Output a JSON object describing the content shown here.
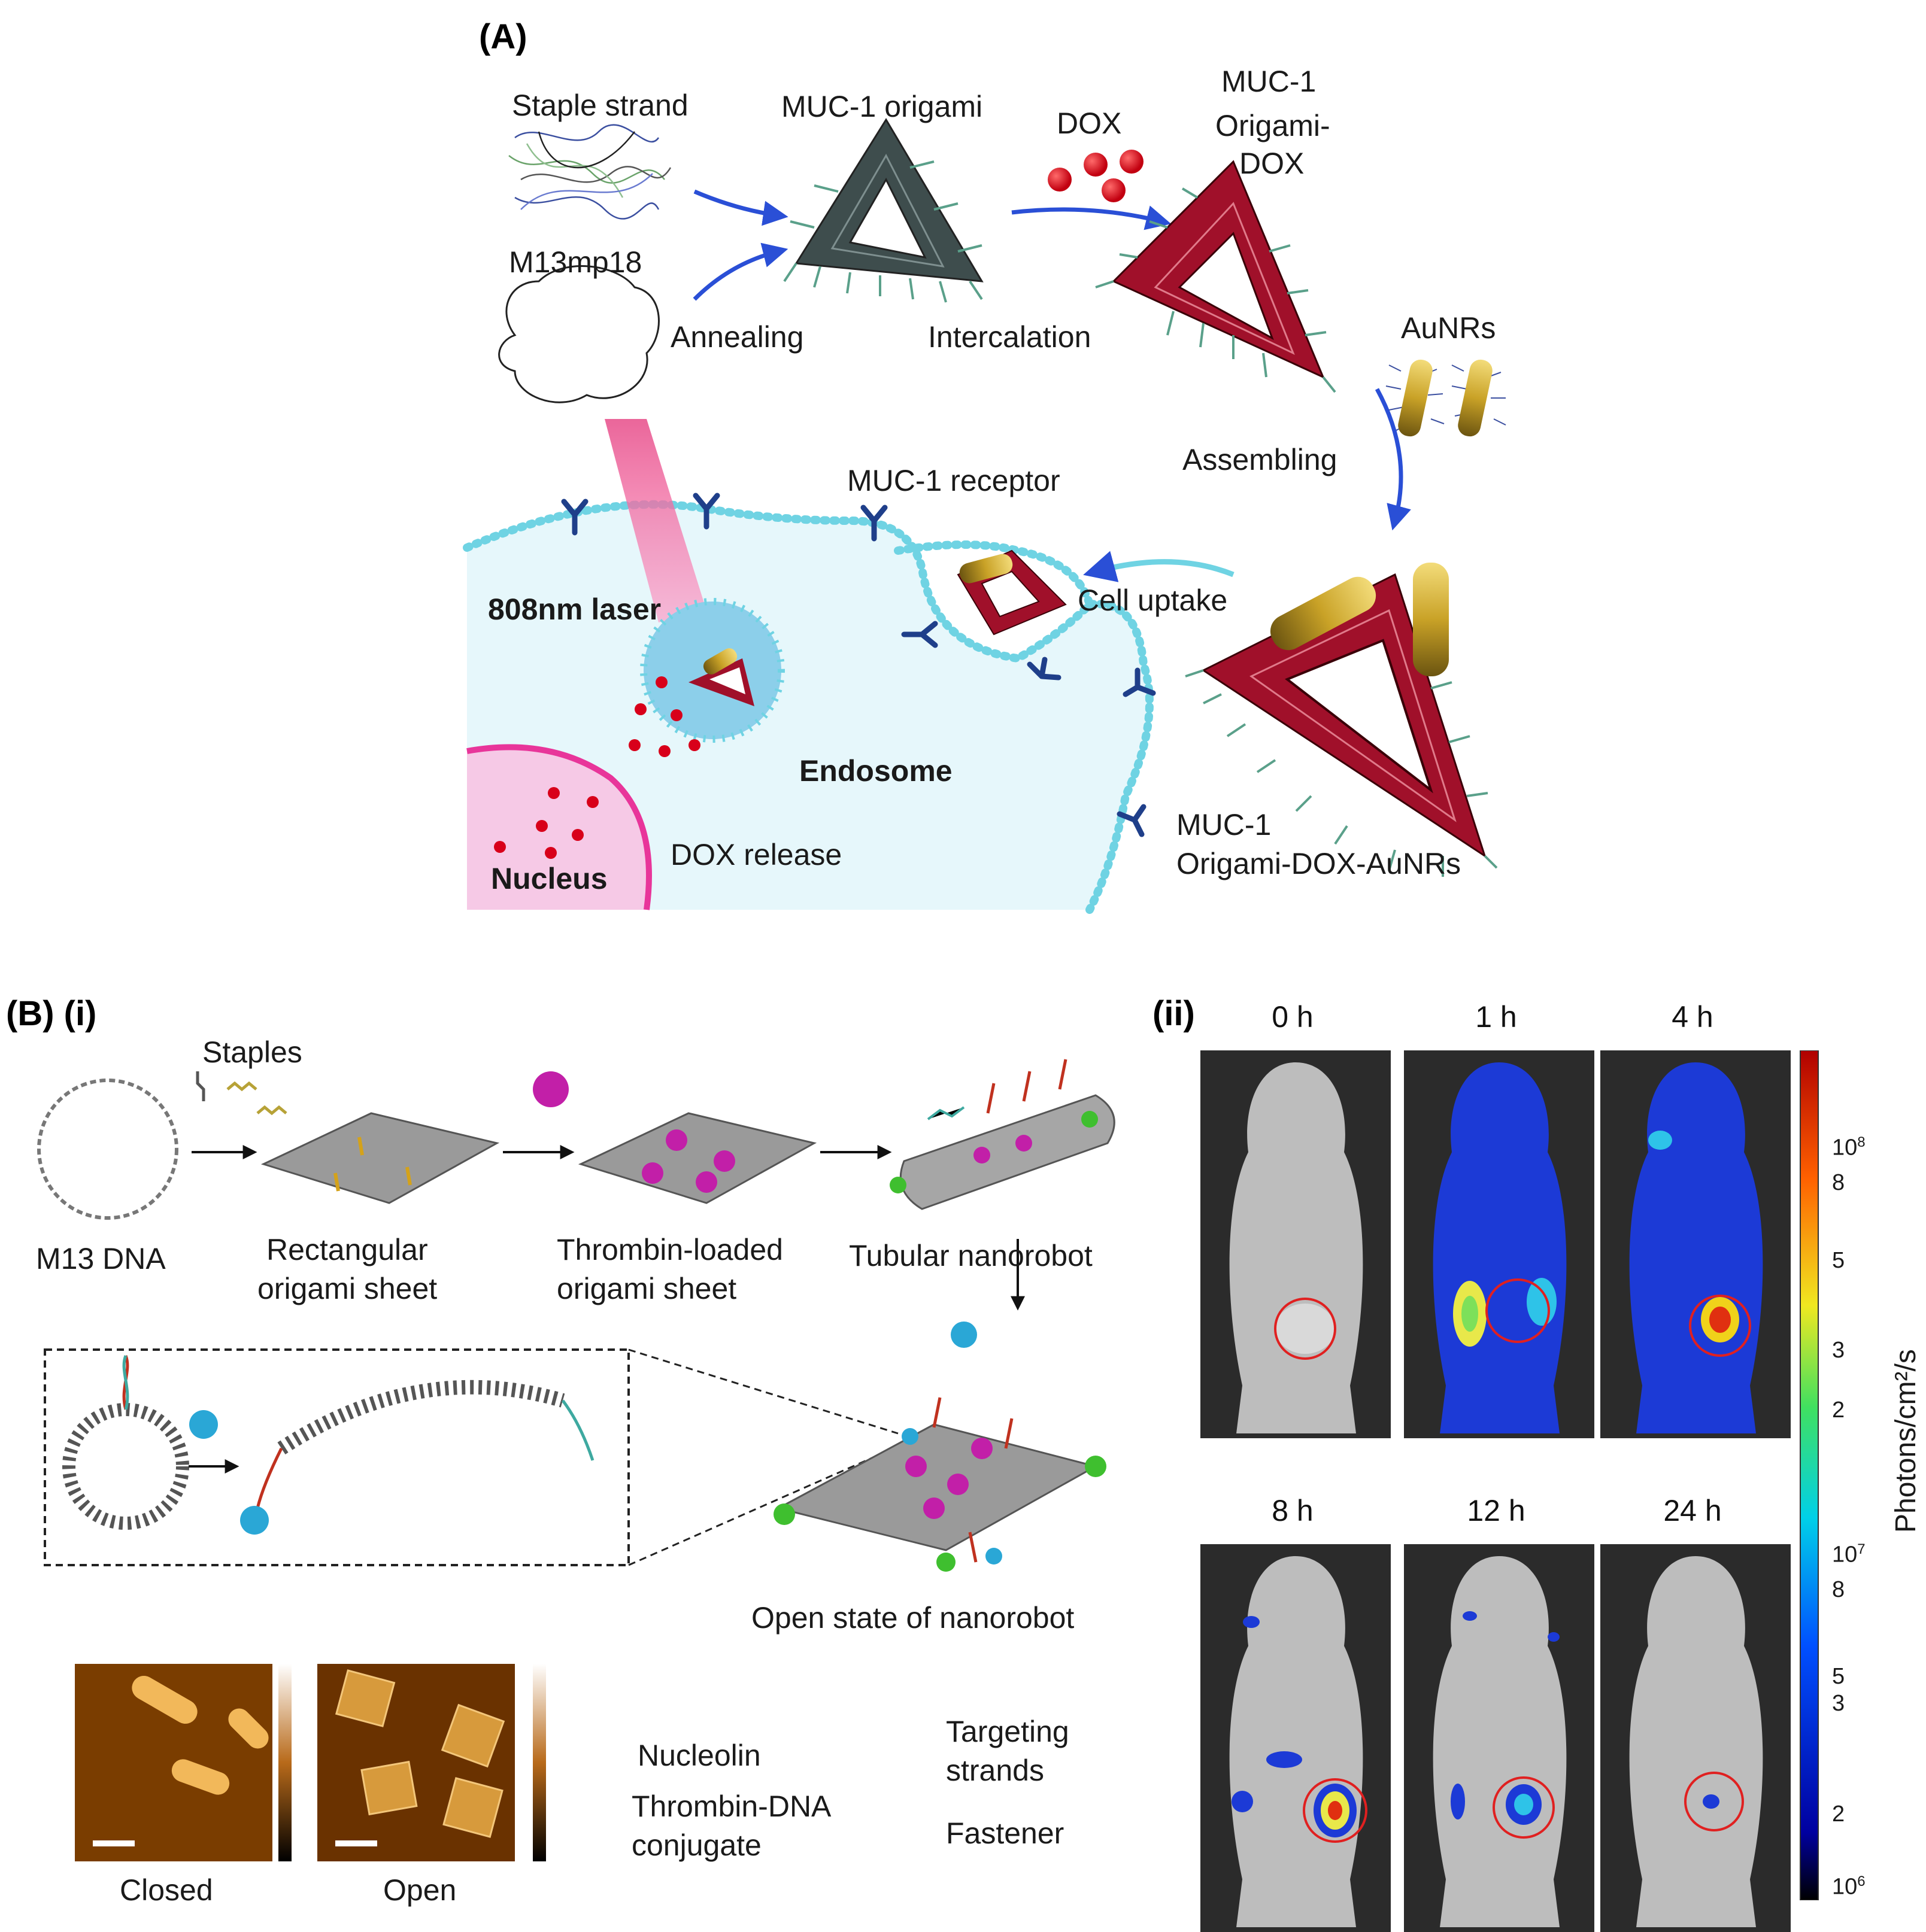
{
  "panel_a": {
    "tag": "(A)",
    "staple_strand": "Staple strand",
    "m13mp18": "M13mp18",
    "muc1_origami": "MUC-1 origami",
    "dox": "DOX",
    "muc1_origami_dox": [
      "MUC-1",
      "Origami-",
      "DOX"
    ],
    "annealing": "Annealing",
    "intercalation": "Intercalation",
    "aunrs": "AuNRs",
    "assembling": "Assembling",
    "muc1_receptor": "MUC-1 receptor",
    "laser": "808nm laser",
    "cell_uptake": "Cell uptake",
    "endosome": "Endosome",
    "nucleus": "Nucleus",
    "dox_release": "DOX release",
    "final_product": [
      "MUC-1",
      "Origami-DOX-AuNRs"
    ]
  },
  "panel_b_i": {
    "tag": "(B) (i)",
    "staples": "Staples",
    "m13_dna": "M13 DNA",
    "rect_sheet": [
      "Rectangular",
      "origami sheet"
    ],
    "thrombin_sheet": [
      "Thrombin-loaded",
      "origami sheet"
    ],
    "tubular": "Tubular nanorobot",
    "open_state": "Open state of nanorobot",
    "closed": "Closed",
    "open": "Open",
    "legend": {
      "nucleolin": "Nucleolin",
      "thrombin_dna": [
        "Thrombin-DNA",
        "conjugate"
      ],
      "targeting": [
        "Targeting",
        "strands"
      ],
      "fastener": "Fastener"
    }
  },
  "panel_b_ii": {
    "tag": "(ii)",
    "timepoints": [
      "0 h",
      "1 h",
      "4 h",
      "8 h",
      "12 h",
      "24 h"
    ],
    "colorbar_label": "Photons/cm²/s",
    "colorbar_ticks": [
      {
        "base": "10",
        "sup": "8"
      },
      {
        "base": "8",
        "sup": ""
      },
      {
        "base": "5",
        "sup": ""
      },
      {
        "base": "3",
        "sup": ""
      },
      {
        "base": "2",
        "sup": ""
      },
      {
        "base": "10",
        "sup": "7"
      },
      {
        "base": "8",
        "sup": ""
      },
      {
        "base": "5",
        "sup": ""
      },
      {
        "base": "3",
        "sup": ""
      },
      {
        "base": "2",
        "sup": ""
      },
      {
        "base": "10",
        "sup": "6"
      }
    ]
  },
  "colors": {
    "origami_gray": "#4a5a5a",
    "origami_red": "#a0102a",
    "dox_red": "#d8001a",
    "gold": "#c9a227",
    "cell_fill": "#e6f7fb",
    "membrane": "#6fd3e3",
    "receptor": "#1f3f8a",
    "nucleus_fill": "#f6c9e6",
    "nucleus_edge": "#e8359a",
    "arrow_blue": "#2a4fd6"
  }
}
